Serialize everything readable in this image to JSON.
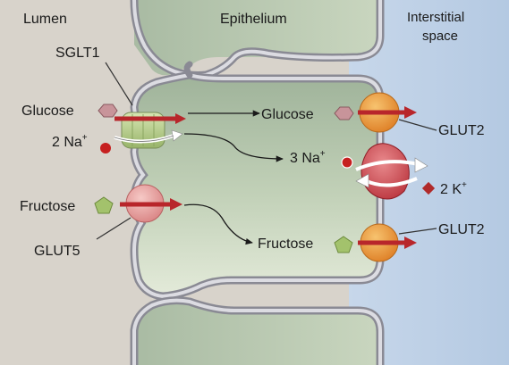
{
  "regions": {
    "lumen": "Lumen",
    "epithelium": "Epithelium",
    "interstitial_line1": "Interstitial",
    "interstitial_line2": "space"
  },
  "transporters": {
    "sglt1": "SGLT1",
    "glut5": "GLUT5",
    "glut2_top": "GLUT2",
    "glut2_bottom": "GLUT2"
  },
  "substrates": {
    "glucose_lumen": "Glucose",
    "na_lumen_count": "2 Na",
    "na_lumen_charge": "+",
    "fructose_lumen": "Fructose",
    "glucose_cell": "Glucose",
    "na_cell_count": "3 Na",
    "na_cell_charge": "+",
    "k_count": "2 K",
    "k_charge": "+",
    "fructose_cell": "Fructose"
  },
  "colors": {
    "lumen_bg": "#d9d4cc",
    "cell_top": "#9fb39a",
    "cell_bottom": "#dfe7d6",
    "interstitial": "#c4d6ea",
    "membrane": "#9a9aa2",
    "arrow_red": "#b8262b",
    "glut_orange": "#e8953a",
    "glut5_pink": "#e9a3a3",
    "glucose_hex": "#c8949a",
    "fructose_pent": "#a3c26c",
    "na_dot": "#c62020",
    "k_diamond": "#b02a2a",
    "pump_red": "#cf4b52",
    "sglt_green": "#b8cf8f"
  }
}
